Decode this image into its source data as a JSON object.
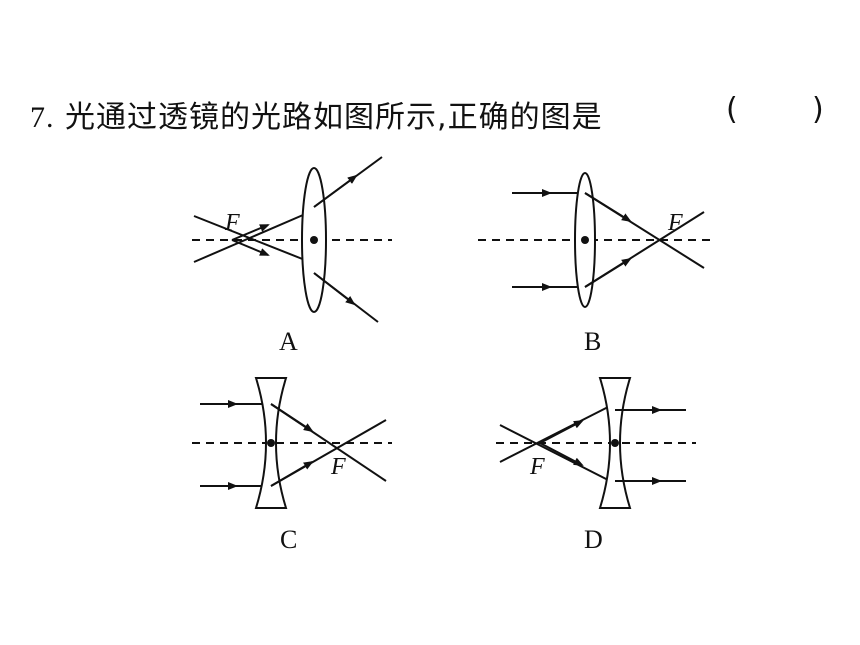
{
  "question": {
    "number": "7.",
    "text": "光通过透镜的光路如图所示,正确的图是",
    "paren_open": "(",
    "paren_close": ")"
  },
  "figures": [
    {
      "label": "A",
      "lens": "convex",
      "focus_label": "F"
    },
    {
      "label": "B",
      "lens": "convex",
      "focus_label": "F"
    },
    {
      "label": "C",
      "lens": "concave",
      "focus_label": "F"
    },
    {
      "label": "D",
      "lens": "concave",
      "focus_label": "F"
    }
  ]
}
